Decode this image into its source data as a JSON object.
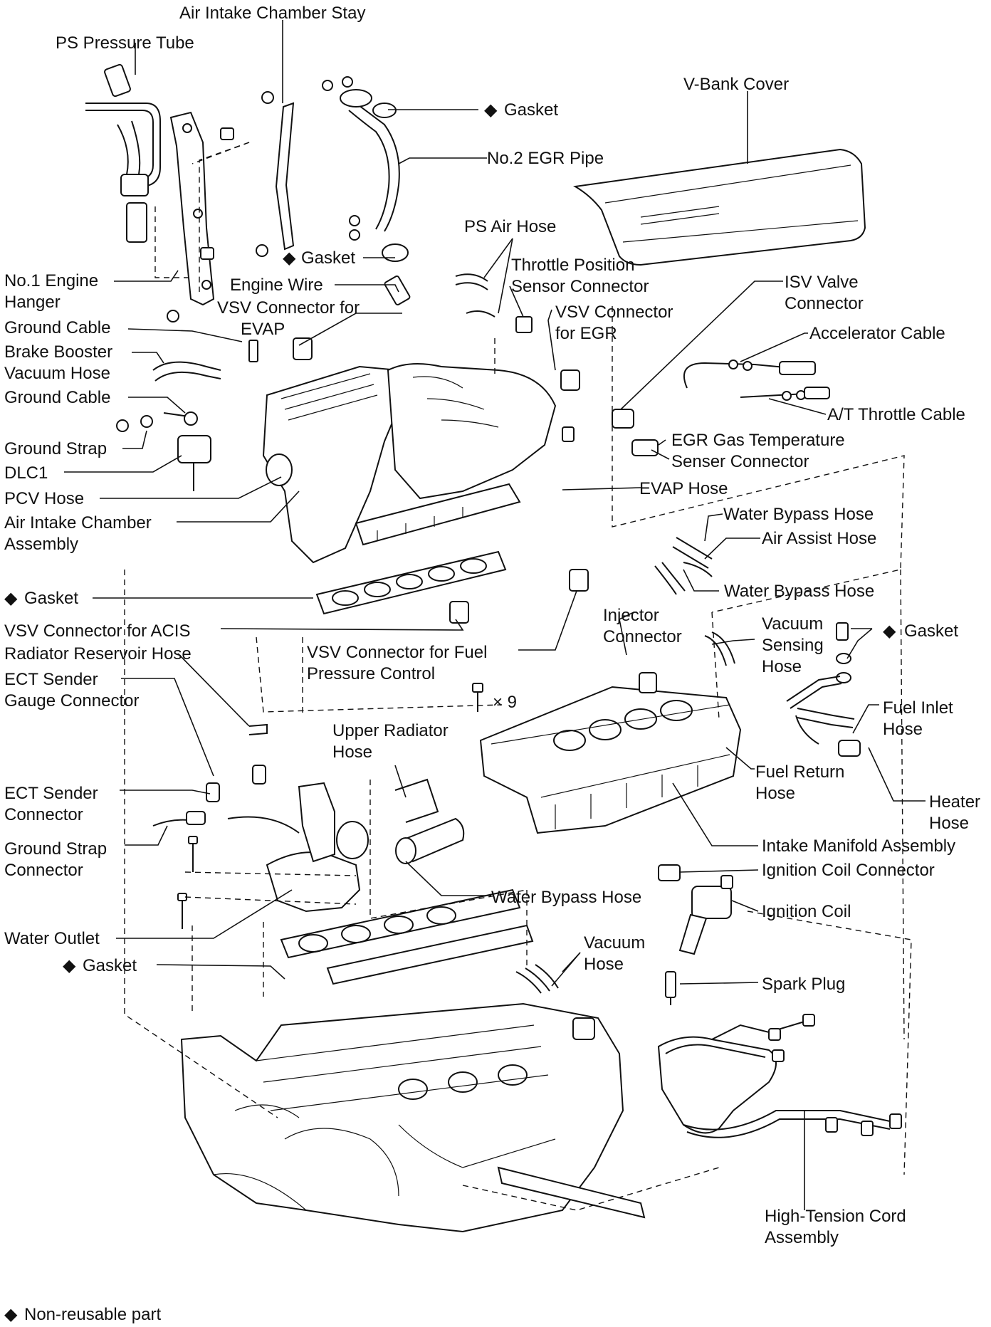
{
  "labels": {
    "air_intake_chamber_stay": "Air Intake Chamber Stay",
    "ps_pressure_tube": "PS Pressure Tube",
    "gasket_top": "Gasket",
    "no2_egr_pipe": "No.2 EGR Pipe",
    "v_bank_cover": "V-Bank Cover",
    "ps_air_hose": "PS Air Hose",
    "gasket_egr_lower": "Gasket",
    "throttle_position_sensor_connector_l1": "Throttle Position",
    "throttle_position_sensor_connector_l2": "Sensor Connector",
    "no1_engine_hanger_l1": "No.1 Engine",
    "no1_engine_hanger_l2": "Hanger",
    "engine_wire": "Engine Wire",
    "vsv_connector_evap_l1": "VSV Connector for",
    "vsv_connector_evap_l2": "EVAP",
    "vsv_connector_egr_l1": "VSV Connector",
    "vsv_connector_egr_l2": "for EGR",
    "isv_valve_connector_l1": "ISV Valve",
    "isv_valve_connector_l2": "Connector",
    "ground_cable_1": "Ground Cable",
    "accelerator_cable": "Accelerator Cable",
    "brake_booster_vacuum_hose_l1": "Brake Booster",
    "brake_booster_vacuum_hose_l2": "Vacuum Hose",
    "ground_cable_2": "Ground Cable",
    "at_throttle_cable": "A/T Throttle Cable",
    "egr_gas_temp_sensor_connector_l1": "EGR Gas Temperature",
    "egr_gas_temp_sensor_connector_l2": "Senser Connector",
    "ground_strap": "Ground Strap",
    "dlc1": "DLC1",
    "evap_hose": "EVAP Hose",
    "pcv_hose": "PCV Hose",
    "water_bypass_hose_1": "Water Bypass Hose",
    "air_intake_chamber_assembly_l1": "Air Intake Chamber",
    "air_intake_chamber_assembly_l2": "Assembly",
    "air_assist_hose": "Air Assist Hose",
    "gasket_chamber": "Gasket",
    "water_bypass_hose_2": "Water Bypass Hose",
    "injector_connector_l1": "Injector",
    "injector_connector_l2": "Connector",
    "vacuum_sensing_hose_l1": "Vacuum",
    "vacuum_sensing_hose_l2": "Sensing",
    "vacuum_sensing_hose_l3": "Hose",
    "gasket_fuel": "Gasket",
    "vsv_connector_acis": "VSV Connector for ACIS",
    "radiator_reservoir_hose": "Radiator Reservoir Hose",
    "vsv_connector_fuel_pressure_l1": "VSV Connector for Fuel",
    "vsv_connector_fuel_pressure_l2": "Pressure Control",
    "ect_sender_gauge_connector_l1": "ECT Sender",
    "ect_sender_gauge_connector_l2": "Gauge Connector",
    "bolt_count": "× 9",
    "fuel_inlet_hose_l1": "Fuel Inlet",
    "fuel_inlet_hose_l2": "Hose",
    "upper_radiator_hose_l1": "Upper Radiator",
    "upper_radiator_hose_l2": "Hose",
    "fuel_return_hose_l1": "Fuel Return",
    "fuel_return_hose_l2": "Hose",
    "ect_sender_connector_l1": "ECT Sender",
    "ect_sender_connector_l2": "Connector",
    "heater_hose_l1": "Heater",
    "heater_hose_l2": "Hose",
    "intake_manifold_assembly": "Intake Manifold Assembly",
    "ground_strap_connector_l1": "Ground Strap",
    "ground_strap_connector_l2": "Connector",
    "ignition_coil_connector": "Ignition Coil Connector",
    "water_bypass_hose_3": "Water Bypass Hose",
    "ignition_coil": "Ignition Coil",
    "water_outlet": "Water Outlet",
    "vacuum_hose_l1": "Vacuum",
    "vacuum_hose_l2": "Hose",
    "gasket_water_outlet": "Gasket",
    "spark_plug": "Spark Plug",
    "high_tension_cord_assembly_l1": "High-Tension Cord",
    "high_tension_cord_assembly_l2": "Assembly"
  },
  "legend": {
    "symbol": "◆",
    "text": "Non-reusable part"
  },
  "colors": {
    "ink": "#111111",
    "paper": "#ffffff"
  }
}
